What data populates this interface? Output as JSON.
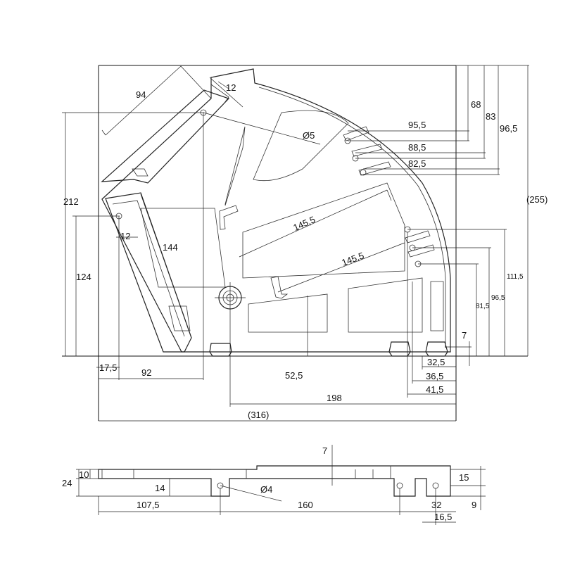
{
  "dimensions": {
    "d94": "94",
    "d12_top": "12",
    "d_dia5": "Ø5",
    "d95_5": "95,5",
    "d88_5": "88,5",
    "d82_5": "82,5",
    "d68": "68",
    "d83": "83",
    "d96_5_top": "96,5",
    "d255": "(255)",
    "d212": "212",
    "d124": "124",
    "d12_left": "12",
    "d144": "144",
    "d145_5_a": "145,5",
    "d145_5_b": "145,5",
    "d111_5": "111,5",
    "d96_5_small": "96,5",
    "d81_5": "81,5",
    "d7_right": "7",
    "d52_5": "52,5",
    "d17_5": "17,5",
    "d92": "92",
    "d32_5": "32,5",
    "d36_5": "36,5",
    "d41_5": "41,5",
    "d198": "198",
    "d316": "(316)",
    "d7_side": "7",
    "d10": "10",
    "d24": "24",
    "d14": "14",
    "d_dia4": "Ø4",
    "d15": "15",
    "d9": "9",
    "d107_5": "107,5",
    "d160": "160",
    "d32": "32",
    "d16_5": "16,5"
  }
}
